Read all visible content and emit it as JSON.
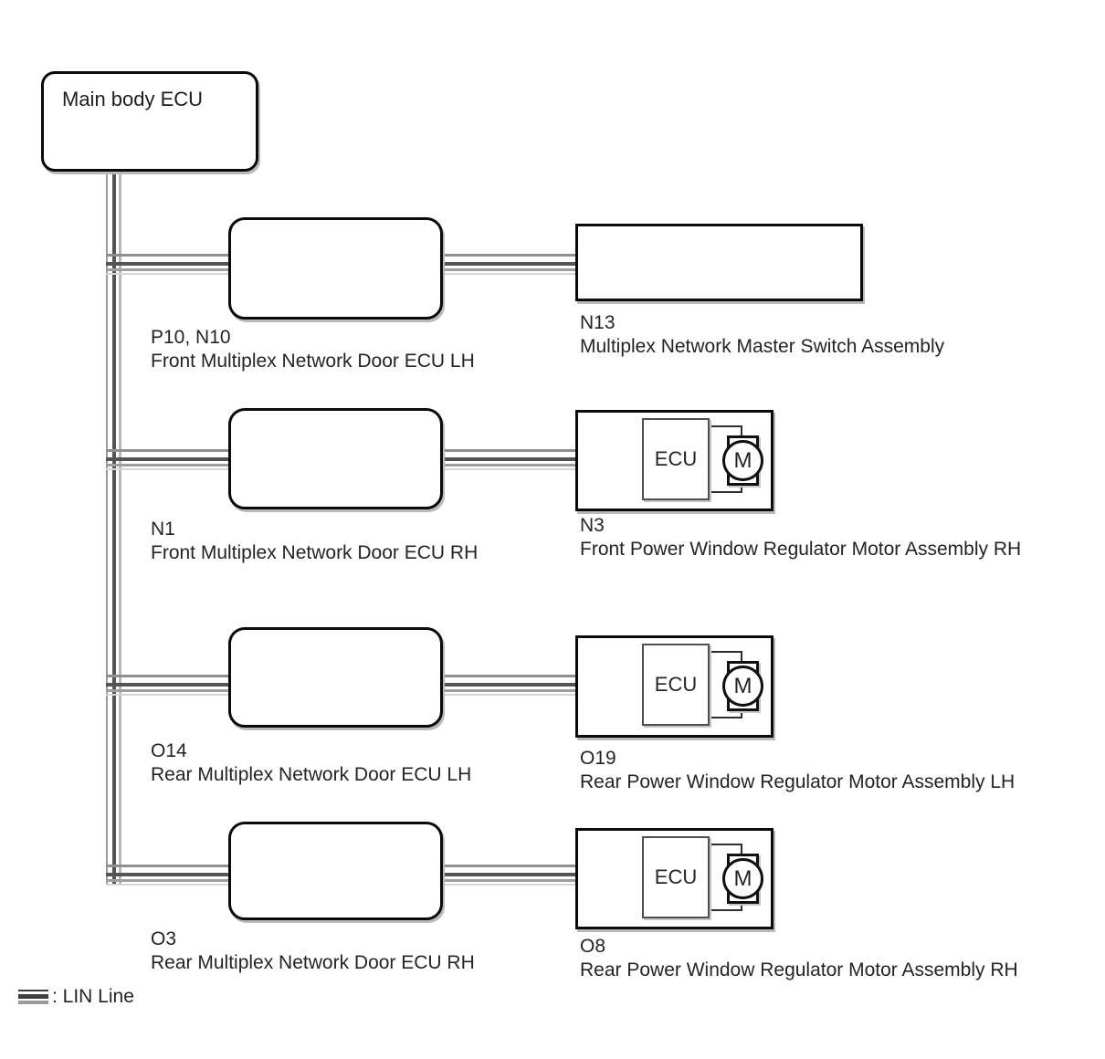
{
  "main_ecu": {
    "label": "Main body ECU"
  },
  "rows": [
    {
      "left_code": "P10, N10",
      "left_name": "Front Multiplex Network Door ECU LH",
      "right_code": "N13",
      "right_name": "Multiplex Network Master Switch Assembly"
    },
    {
      "left_code": "N1",
      "left_name": "Front Multiplex Network Door ECU RH",
      "right_code": "N3",
      "right_name": "Front Power Window Regulator Motor Assembly RH"
    },
    {
      "left_code": "O14",
      "left_name": "Rear Multiplex Network Door ECU LH",
      "right_code": "O19",
      "right_name": "Rear Power Window Regulator Motor Assembly LH"
    },
    {
      "left_code": "O3",
      "left_name": "Rear Multiplex Network Door ECU RH",
      "right_code": "O8",
      "right_name": "Rear Power Window Regulator Motor Assembly RH"
    }
  ],
  "motor_unit": {
    "ecu_label": "ECU",
    "motor_label": "M"
  },
  "legend": {
    "label": ": LIN Line"
  },
  "colors": {
    "lin_dark": "#545454",
    "lin_gray": "#8f8f8f",
    "lin_light": "#d6d6d6",
    "box_border": "#0a0a0a"
  }
}
